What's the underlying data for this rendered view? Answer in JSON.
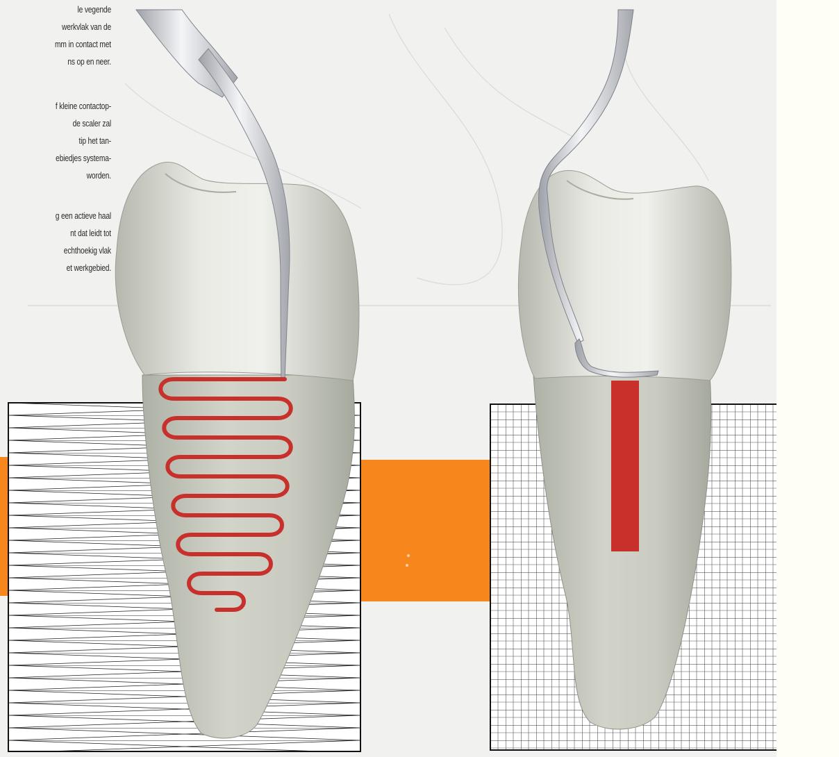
{
  "text": {
    "paragraph_1": [
      "le vegende",
      "werkvlak van de",
      "mm in contact met",
      "ns op en neer."
    ],
    "paragraph_2": [
      "f kleine contactop-",
      "de scaler zal",
      "tip het tan-",
      "ebiedjes systema-",
      "worden."
    ],
    "paragraph_3": [
      "g een actieve haal",
      "nt dat leidt tot",
      "echthoekig vlak",
      "et werkgebied."
    ]
  },
  "colors": {
    "page_background": "#f1f1ef",
    "orange_accent": "#f7861d",
    "stroke_red": "#c8312b",
    "tooth_gray": "#c9cbc1",
    "instrument_silver": "#d6d8dc"
  },
  "illustrations": {
    "left": {
      "tooth": "lower-premolar-icon",
      "instrument": "ultrasonic-scaler-icon",
      "stroke_pattern": "serpentine-stroke",
      "background": "triangle-hatch-pattern"
    },
    "right": {
      "tooth": "lower-premolar-icon",
      "instrument": "hand-scaler-icon",
      "stroke_pattern": "vertical-stroke-bar",
      "background": "grid-mesh-pattern"
    }
  }
}
